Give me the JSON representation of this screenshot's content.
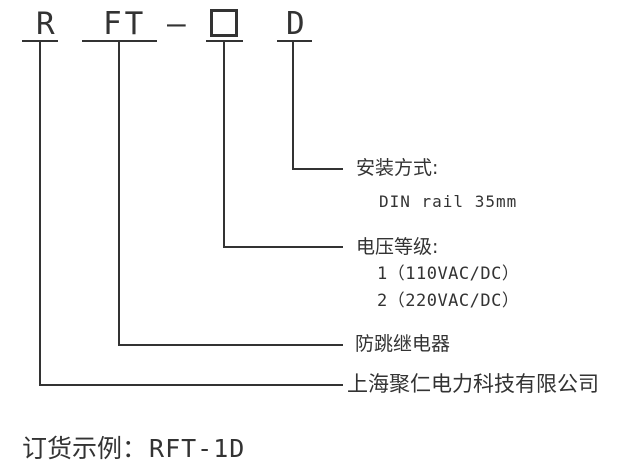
{
  "colors": {
    "ink": "#333333",
    "background": "#ffffff"
  },
  "code": {
    "prefix": "R",
    "series": "FT",
    "separator": "–",
    "mounting": "D"
  },
  "icons": {
    "placeholder_box": "empty-square-outline"
  },
  "callouts": {
    "mounting": {
      "title": "安装方式:",
      "detail": "DIN rail 35mm"
    },
    "voltage": {
      "title": "电压等级:",
      "options": [
        "1（110VAC/DC）",
        "2（220VAC/DC）"
      ]
    },
    "product": {
      "title": "防跳继电器"
    },
    "company": {
      "title": "上海聚仁电力科技有限公司"
    }
  },
  "order_example": {
    "label": "订货示例：",
    "code": "RFT-1D"
  }
}
